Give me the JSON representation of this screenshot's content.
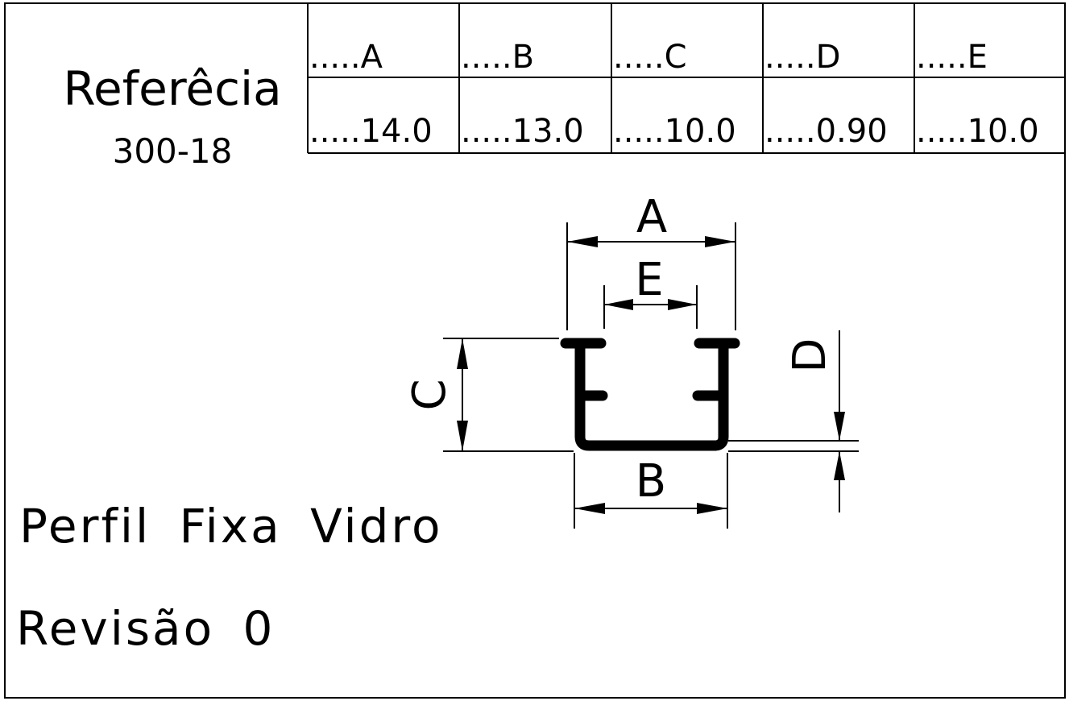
{
  "reference": {
    "label": "Referêcia",
    "code": "300-18"
  },
  "table": {
    "headers": [
      ".....A",
      ".....B",
      ".....C",
      ".....D",
      ".....E"
    ],
    "values": [
      ".....14.0",
      ".....13.0",
      ".....10.0",
      ".....0.90",
      ".....10.0"
    ]
  },
  "drawing": {
    "dim_labels": {
      "a": "A",
      "b": "B",
      "c": "C",
      "d": "D",
      "e": "E"
    }
  },
  "title": "Perfil Fixa Vidro",
  "revision": "Revisão 0"
}
